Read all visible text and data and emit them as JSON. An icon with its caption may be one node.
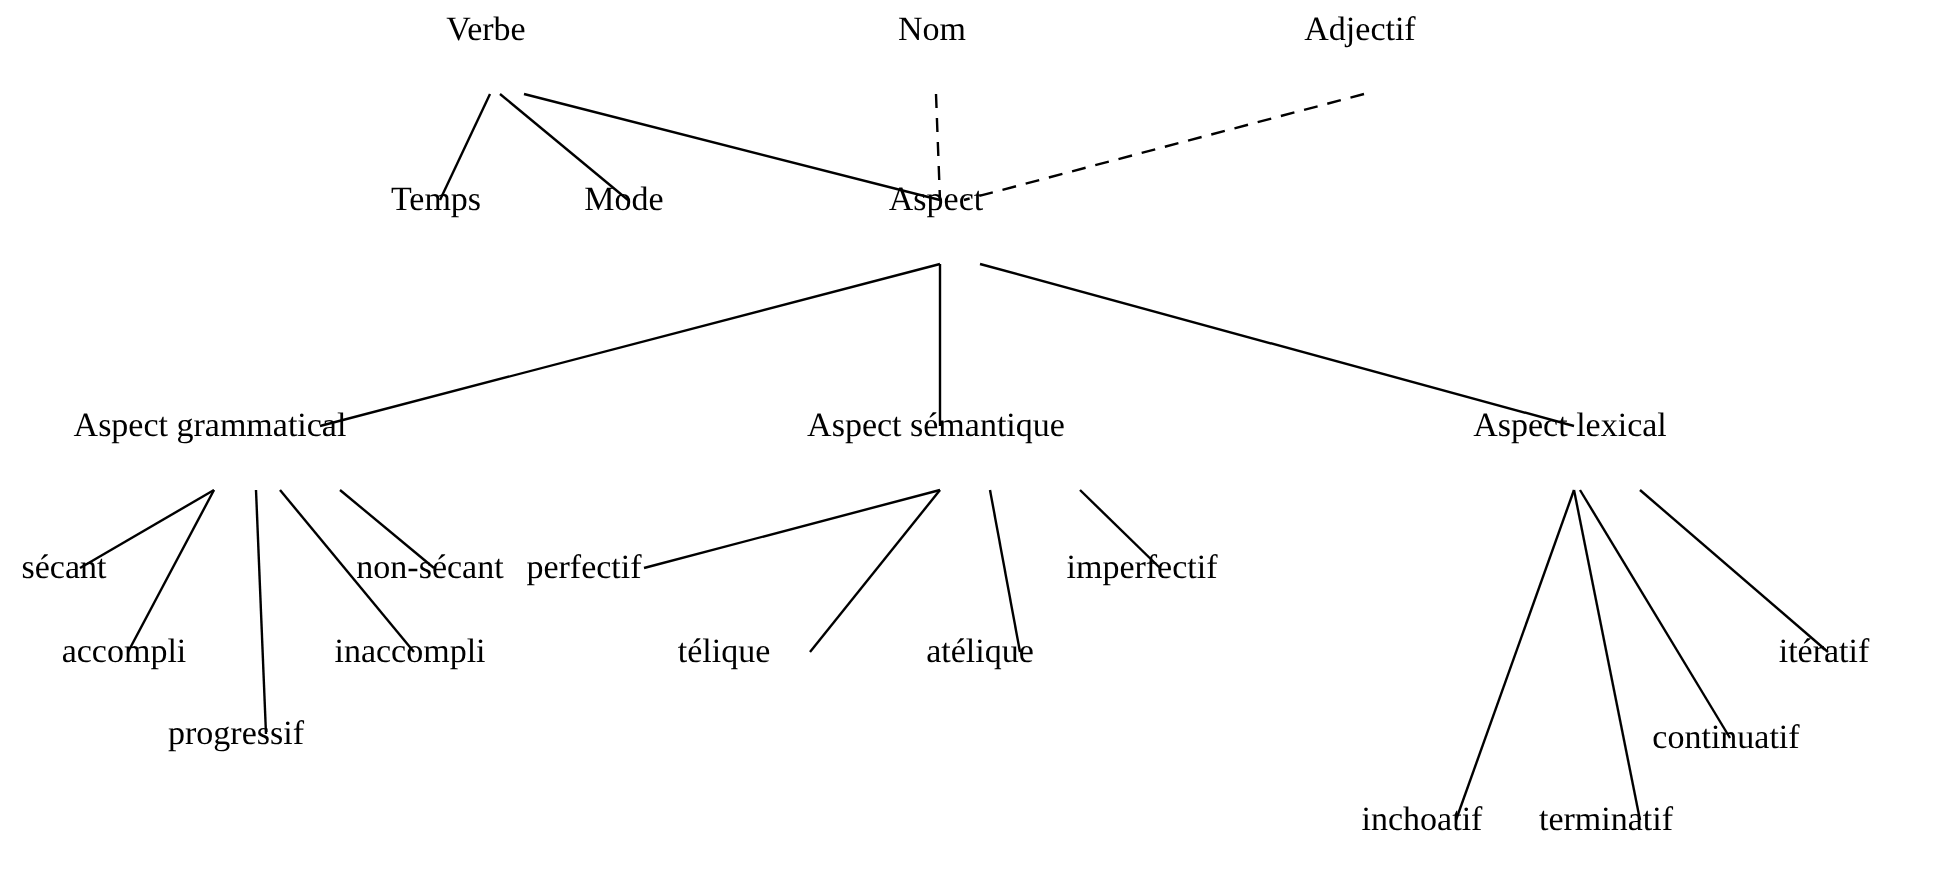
{
  "diagram": {
    "nodes": [
      {
        "text": [
          "Verbe"
        ]
      },
      {
        "text": [
          "Nom"
        ]
      },
      {
        "text": [
          "Adjectif"
        ]
      },
      {
        "text": [
          "Temps"
        ]
      },
      {
        "text": [
          "Mode"
        ]
      },
      {
        "text": [
          "Aspect"
        ]
      },
      {
        "text": [
          "Aspect grammatical"
        ]
      },
      {
        "text": [
          "Aspect sémantique"
        ]
      },
      {
        "text": [
          "Aspect lexical"
        ]
      },
      {
        "text": [
          "sécant"
        ]
      },
      {
        "text": [
          "accompli"
        ]
      },
      {
        "text": [
          "progressif"
        ]
      },
      {
        "text": [
          "inaccompli"
        ]
      },
      {
        "text": [
          "non-sécant"
        ]
      },
      {
        "text": [
          "perfectif"
        ]
      },
      {
        "text": [
          "télique"
        ]
      },
      {
        "text": [
          "atélique"
        ]
      },
      {
        "text": [
          "imperfectif"
        ]
      },
      {
        "text": [
          "inchoatif"
        ]
      },
      {
        "text": [
          "terminatif"
        ]
      },
      {
        "text": [
          "continuatif"
        ]
      },
      {
        "text": [
          "itératif"
        ]
      }
    ],
    "edges": [
      {
        "from": 0,
        "to": 3,
        "arrow": "none"
      },
      {
        "from": 0,
        "to": 4,
        "arrow": "none"
      },
      {
        "from": 0,
        "to": 5,
        "arrow": "none"
      },
      {
        "from": 1,
        "to": 5,
        "arrow": "none",
        "style": "dashed"
      },
      {
        "from": 2,
        "to": 5,
        "arrow": "none",
        "style": "dashed"
      },
      {
        "from": 5,
        "to": 6,
        "arrow": "none"
      },
      {
        "from": 5,
        "to": 7,
        "arrow": "none"
      },
      {
        "from": 5,
        "to": 8,
        "arrow": "none"
      },
      {
        "from": 6,
        "to": 9,
        "arrow": "none"
      },
      {
        "from": 6,
        "to": 10,
        "arrow": "none"
      },
      {
        "from": 6,
        "to": 11,
        "arrow": "none"
      },
      {
        "from": 6,
        "to": 12,
        "arrow": "none"
      },
      {
        "from": 6,
        "to": 13,
        "arrow": "none"
      },
      {
        "from": 7,
        "to": 14,
        "arrow": "none"
      },
      {
        "from": 7,
        "to": 15,
        "arrow": "none"
      },
      {
        "from": 7,
        "to": 16,
        "arrow": "none"
      },
      {
        "from": 7,
        "to": 17,
        "arrow": "none"
      },
      {
        "from": 8,
        "to": 18,
        "arrow": "none"
      },
      {
        "from": 8,
        "to": 19,
        "arrow": "none"
      },
      {
        "from": 8,
        "to": 20,
        "arrow": "none"
      },
      {
        "from": 8,
        "to": 21,
        "arrow": "none"
      }
    ]
  }
}
